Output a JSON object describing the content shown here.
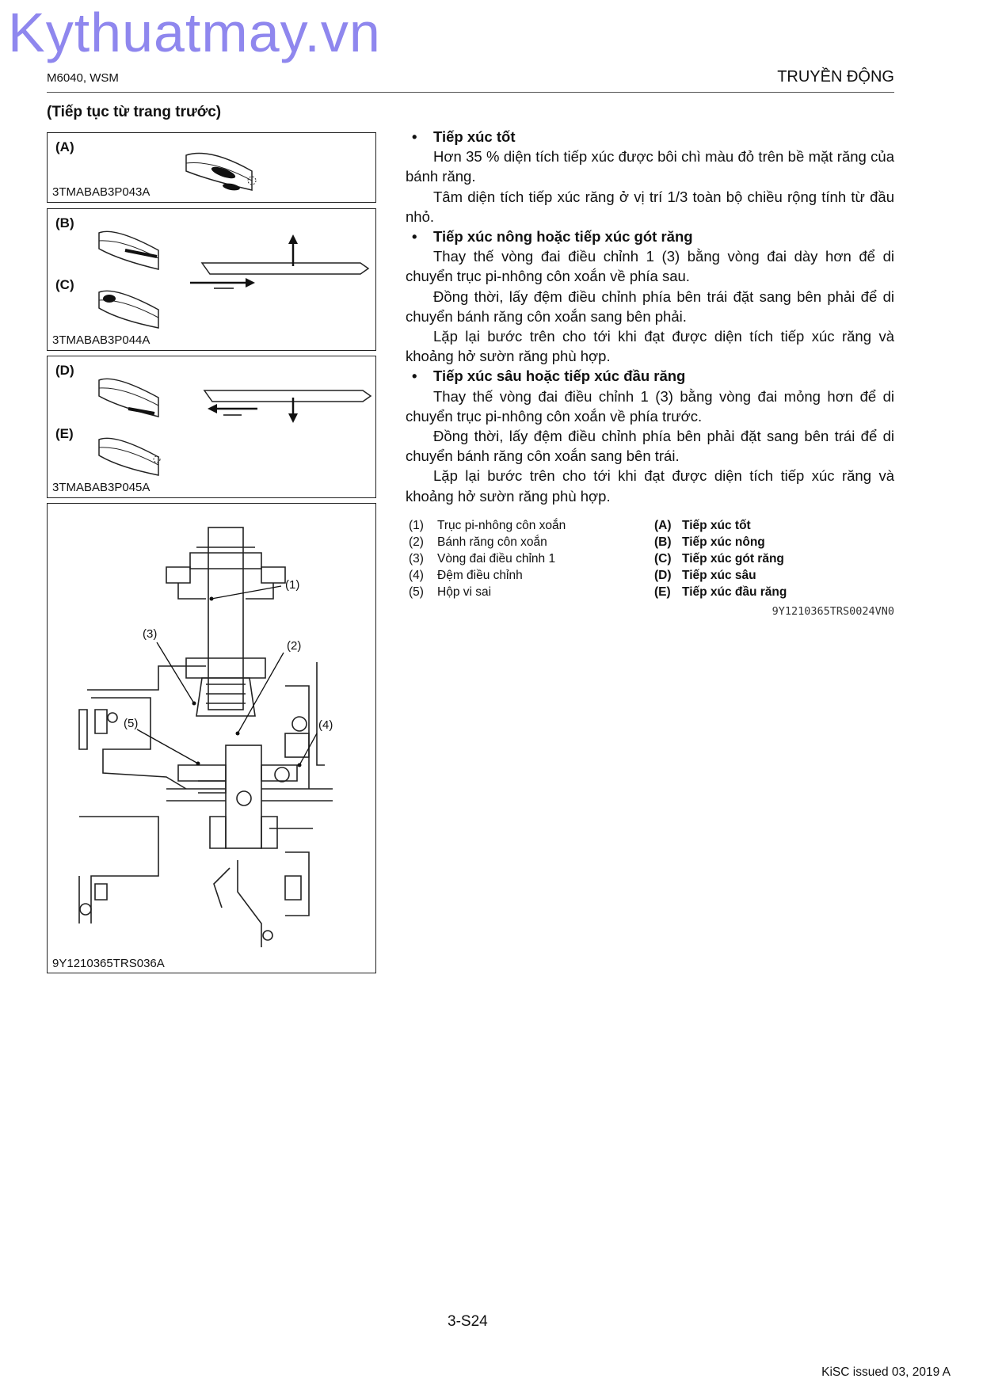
{
  "watermark": "Kythuatmay.vn",
  "header": {
    "model": "M6040, WSM",
    "section": "TRUYỀN ĐỘNG"
  },
  "continued": "(Tiếp tục từ trang trước)",
  "figures": {
    "panel1": {
      "label_a": "(A)",
      "code": "3TMABAB3P043A"
    },
    "panel2": {
      "label_b": "(B)",
      "label_c": "(C)",
      "code": "3TMABAB3P044A"
    },
    "panel3": {
      "label_d": "(D)",
      "label_e": "(E)",
      "code": "3TMABAB3P045A"
    },
    "panel4": {
      "code": "9Y1210365TRS036A",
      "callouts": {
        "c1": "(1)",
        "c2": "(2)",
        "c3": "(3)",
        "c4": "(4)",
        "c5": "(5)"
      }
    }
  },
  "content": {
    "b1_title": "Tiếp xúc tốt",
    "b1_p1": "Hơn 35 % diện tích tiếp xúc được bôi chì màu đỏ trên bề mặt răng của bánh răng.",
    "b1_p2": "Tâm diện tích tiếp xúc răng ở vị trí 1/3 toàn bộ chiều rộng tính từ đầu nhỏ.",
    "b2_title": "Tiếp xúc nông hoặc tiếp xúc gót răng",
    "b2_p1": "Thay thế vòng đai điều chỉnh 1 (3) bằng vòng đai dày hơn để di chuyển trục pi-nhông côn xoắn về phía sau.",
    "b2_p2": "Đồng thời, lấy đệm điều chỉnh phía bên trái đặt sang bên phải để di chuyển bánh răng côn xoắn sang bên phải.",
    "b2_p3": "Lặp lại bước trên cho tới khi đạt được diện tích tiếp xúc răng và khoảng hở sườn răng phù hợp.",
    "b3_title": "Tiếp xúc sâu hoặc tiếp xúc đầu răng",
    "b3_p1": "Thay thế vòng đai điều chỉnh 1 (3) bằng vòng đai mỏng hơn để di chuyển trục pi-nhông côn xoắn về phía trước.",
    "b3_p2": "Đồng thời, lấy đệm điều chỉnh phía bên phải đặt sang bên trái để di chuyển bánh răng côn xoắn sang bên trái.",
    "b3_p3": "Lặp lại bước trên cho tới khi đạt được diện tích tiếp xúc răng và khoảng hở sườn răng phù hợp."
  },
  "legend_parts": [
    {
      "num": "(1)",
      "text": "Trục pi-nhông côn xoắn"
    },
    {
      "num": "(2)",
      "text": "Bánh răng côn xoắn"
    },
    {
      "num": "(3)",
      "text": "Vòng đai điều chỉnh 1"
    },
    {
      "num": "(4)",
      "text": "Đệm điều chỉnh"
    },
    {
      "num": "(5)",
      "text": "Hộp vi sai"
    }
  ],
  "legend_contacts": [
    {
      "key": "(A)",
      "text": "Tiếp xúc tốt"
    },
    {
      "key": "(B)",
      "text": "Tiếp xúc nông"
    },
    {
      "key": "(C)",
      "text": "Tiếp xúc gót răng"
    },
    {
      "key": "(D)",
      "text": "Tiếp xúc sâu"
    },
    {
      "key": "(E)",
      "text": "Tiếp xúc đầu răng"
    }
  ],
  "ref_code": "9Y1210365TRS0024VN0",
  "footer": {
    "page": "3-S24",
    "issue": "KiSC issued 03, 2019 A"
  }
}
